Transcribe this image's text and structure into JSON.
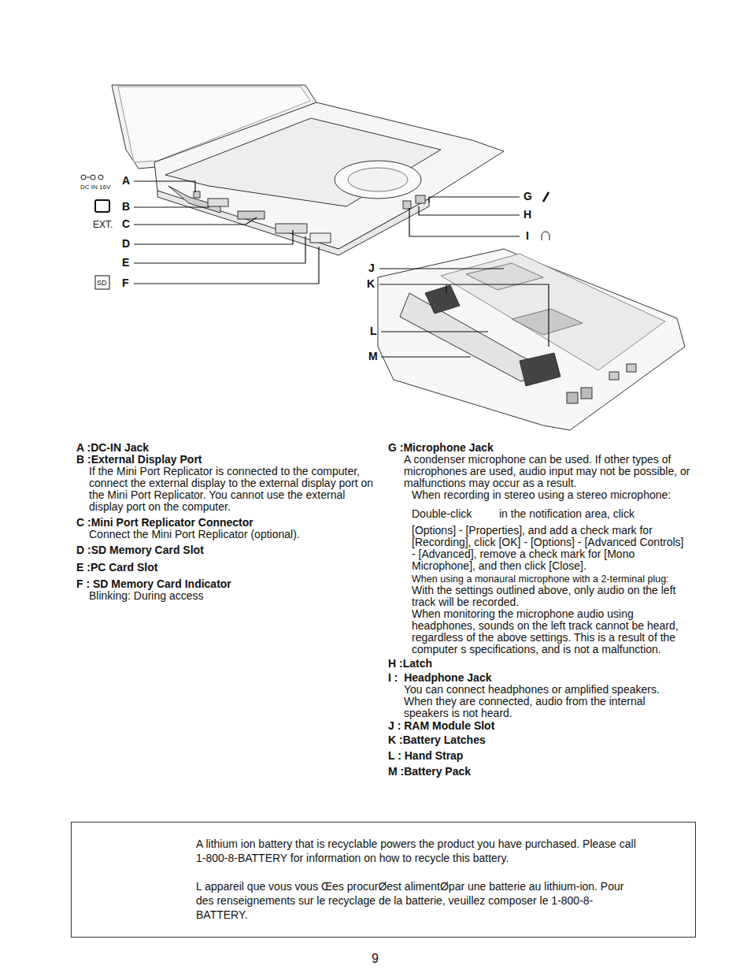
{
  "diagram": {
    "nodes": [
      {
        "text": [
          "A lithium ion battery that is recyclable powers the product you have purchased. Please call 1-800-8-BATTERY for information on how to recycle this battery.",
          "L appareil que vous vous Œes procurØest alimentØpar une batterie au lithium-ion. Pour des renseignements sur le recyclage de la batterie, veuillez composer le 1-800-8-BATTERY."
        ]
      }
    ],
    "labels": [
      "DC IN 16V",
      "A",
      "B",
      "EXT.",
      "C",
      "D",
      "E",
      "SD",
      "F",
      "G",
      "H",
      "I",
      "J",
      "K",
      "L",
      "M",
      "A :DC-IN Jack",
      "B :External Display Port",
      "If the Mini Port Replicator is connected to the computer, connect the external display to the external display port on the Mini Port Replicator. You cannot use the external display port on the computer.",
      "C :Mini Port Replicator Connector",
      "Connect the Mini Port Replicator (optional).",
      "D :SD Memory Card Slot",
      "E :PC Card Slot",
      "F : SD Memory Card Indicator",
      "Blinking: During access",
      "G :Microphone Jack",
      "A condenser microphone can be used. If other types of microphones are used, audio input may not be possible, or malfunctions may occur as a result.",
      "When recording in stereo using a stereo microphone:",
      "Double-click",
      "in the notification area, click",
      "[Options] - [Properties], and add a check mark for [Recording], click [OK] - [Options] - [Advanced Controls] - [Advanced], remove a check mark for [Mono Microphone], and then click [Close].",
      "When using a monaural microphone with a 2-terminal plug:",
      "With the settings outlined above, only audio on the left track will be recorded.",
      "When monitoring the microphone audio using headphones, sounds on the left track cannot be heard, regardless of the above settings. This is a result of the computer s specifications, and is not a malfunction.",
      "H :Latch",
      "I :  Headphone Jack",
      "You can connect headphones or amplified speakers. When they are connected, audio from the internal speakers is not heard.",
      "J : RAM Module Slot",
      "K :Battery Latches",
      "L : Hand Strap",
      "M :Battery Pack",
      "9"
    ]
  }
}
